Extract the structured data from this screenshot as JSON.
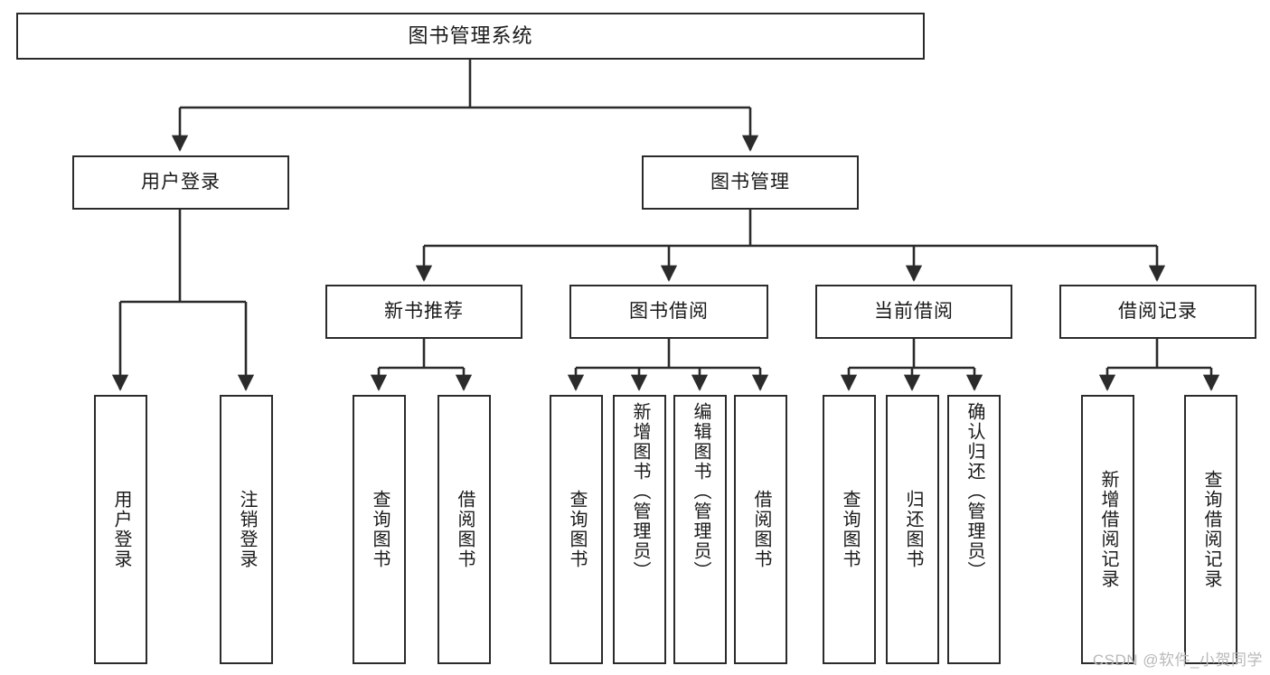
{
  "diagram": {
    "title_node": {
      "label": "图书管理系统"
    },
    "level2": [
      {
        "id": "user-login",
        "label": "用户登录"
      },
      {
        "id": "book-management",
        "label": "图书管理"
      }
    ],
    "level3": [
      {
        "id": "new-book-recommend",
        "label": "新书推荐"
      },
      {
        "id": "book-borrow",
        "label": "图书借阅"
      },
      {
        "id": "current-borrow",
        "label": "当前借阅"
      },
      {
        "id": "borrow-record",
        "label": "借阅记录"
      }
    ],
    "leaves": [
      {
        "id": "user-login-leaf",
        "label": "用户登录",
        "parent": "user-login"
      },
      {
        "id": "logout-leaf",
        "label": "注销登录",
        "parent": "user-login"
      },
      {
        "id": "query-book-recommend",
        "label": "查询图书",
        "parent": "new-book-recommend"
      },
      {
        "id": "borrow-book-recommend",
        "label": "借阅图书",
        "parent": "new-book-recommend"
      },
      {
        "id": "query-book-borrow",
        "label": "查询图书",
        "parent": "book-borrow"
      },
      {
        "id": "add-book-admin",
        "label": "新增图书（管理员）",
        "parent": "book-borrow"
      },
      {
        "id": "edit-book-admin",
        "label": "编辑图书（管理员）",
        "parent": "book-borrow"
      },
      {
        "id": "borrow-book",
        "label": "借阅图书",
        "parent": "book-borrow"
      },
      {
        "id": "query-book-current",
        "label": "查询图书",
        "parent": "current-borrow"
      },
      {
        "id": "return-book",
        "label": "归还图书",
        "parent": "current-borrow"
      },
      {
        "id": "confirm-return-admin",
        "label": "确认归还（管理员）",
        "parent": "current-borrow"
      },
      {
        "id": "add-borrow-record",
        "label": "新增借阅记录",
        "parent": "borrow-record"
      },
      {
        "id": "query-borrow-record",
        "label": "查询借阅记录",
        "parent": "borrow-record"
      }
    ],
    "watermark": "CSDN @软件_小贺同学",
    "colors": {
      "stroke": "#2b2b2b",
      "fill": "#ffffff",
      "text": "#1a1a1a",
      "watermark": "#b9b9b9"
    }
  }
}
